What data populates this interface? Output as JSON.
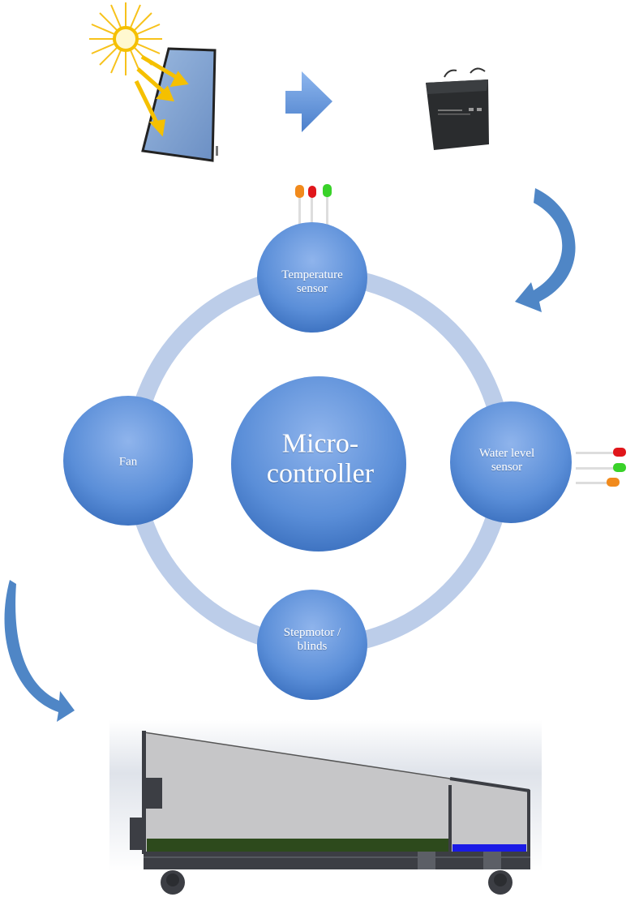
{
  "nodes": {
    "center": {
      "label_line1": "Micro-",
      "label_line2": "controller"
    },
    "top": {
      "label_line1": "Temperature",
      "label_line2": "sensor"
    },
    "left": {
      "label": "Fan"
    },
    "right": {
      "label_line1": "Water level",
      "label_line2": "sensor"
    },
    "bottom": {
      "label_line1": "Stepmotor /",
      "label_line2": "blinds"
    }
  },
  "colors": {
    "node": "#5b8fd6",
    "ring": "#bccde9",
    "arrow": "#4f86c6",
    "soil": "#2d4a1c",
    "water": "#1a1ae6",
    "frame": "#3c3e44"
  },
  "icons": [
    "sun-icon",
    "solar-panel-icon",
    "battery-icon",
    "led-icon",
    "greenhouse-icon"
  ]
}
